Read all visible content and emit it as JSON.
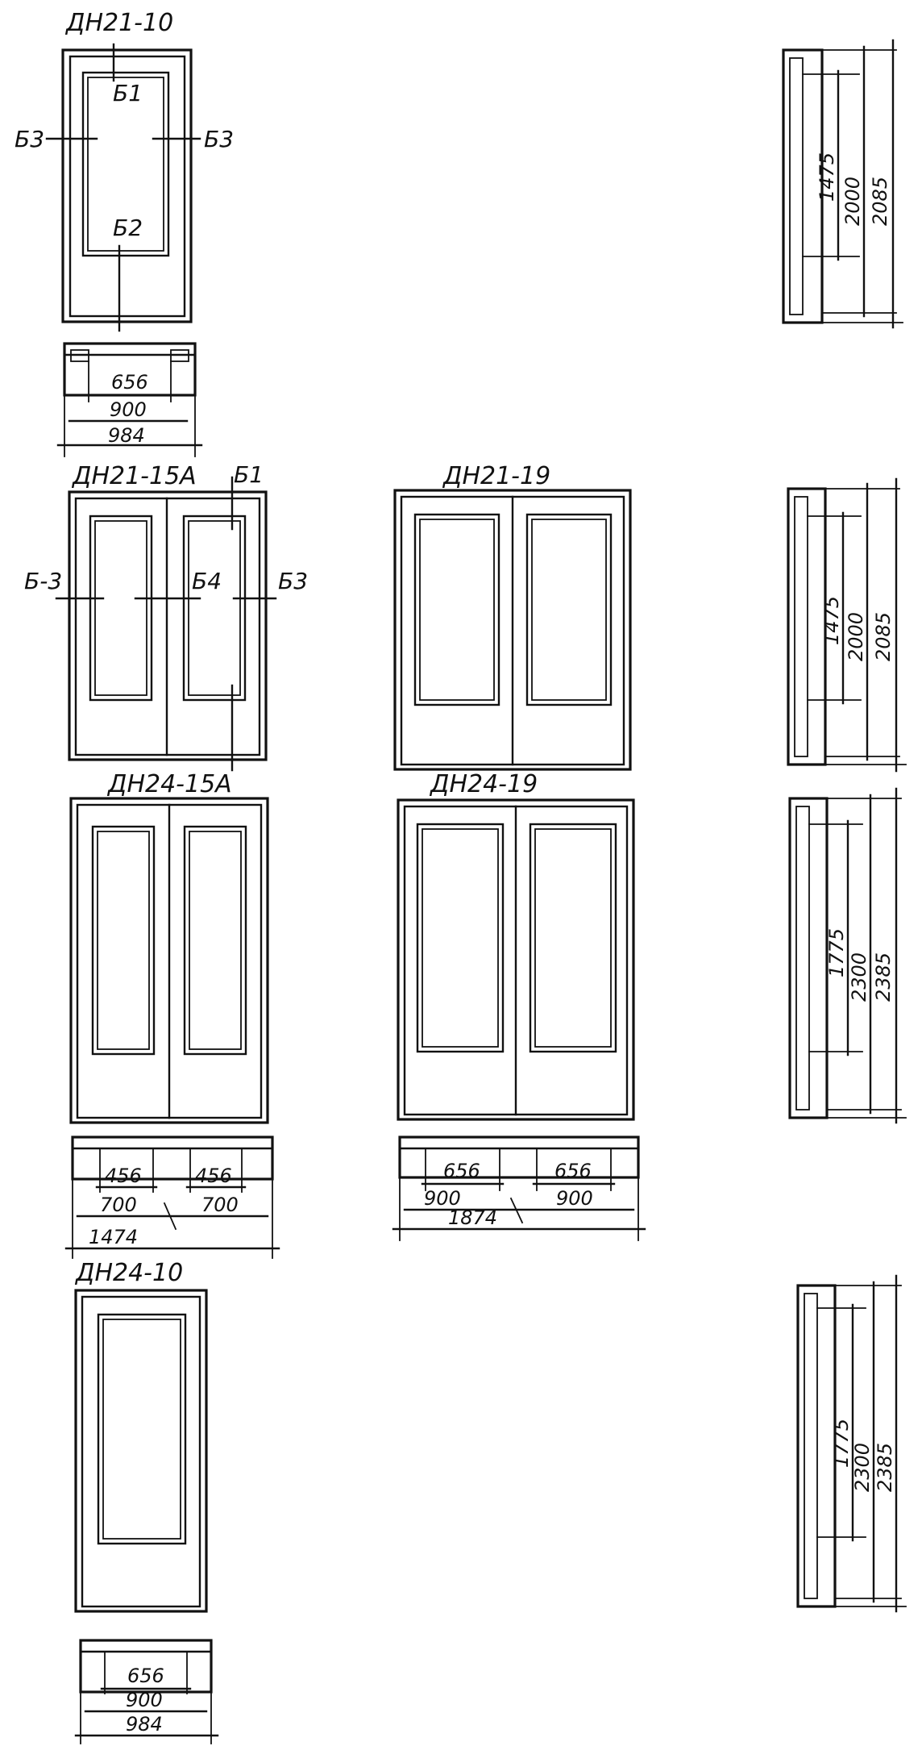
{
  "doors": {
    "dn21_10": {
      "title": "ДН21-10",
      "sections": {
        "top": "Б1",
        "bottom": "Б2",
        "left": "Б3",
        "right": "Б3"
      },
      "plan": {
        "glass_width": "656",
        "opening": "900",
        "overall": "984"
      }
    },
    "dn21_15a": {
      "title": "ДН21-15А",
      "sections": {
        "top": "Б1",
        "middle": "Б4",
        "left": "Б-3",
        "right": "Б3"
      }
    },
    "dn21_19": {
      "title": "ДН21-19"
    },
    "dn24_15a": {
      "title": "ДН24-15А",
      "plan": {
        "glass_left": "456",
        "glass_right": "456",
        "leaf_left": "700",
        "leaf_right": "700",
        "overall": "1474"
      }
    },
    "dn24_19": {
      "title": "ДН24-19",
      "plan": {
        "glass_left": "656",
        "glass_right": "656",
        "leaf_left": "900",
        "leaf_right": "900",
        "overall": "1874"
      }
    },
    "dn24_10": {
      "title": "ДН24-10",
      "plan": {
        "glass_width": "656",
        "opening": "900",
        "overall": "984"
      }
    }
  },
  "sections_side": [
    {
      "glass": "1475",
      "opening": "2000",
      "overall": "2085"
    },
    {
      "glass": "1475",
      "opening": "2000",
      "overall": "2085"
    },
    {
      "glass": "1775",
      "opening": "2300",
      "overall": "2385"
    },
    {
      "glass": "1775",
      "opening": "2300",
      "overall": "2385"
    }
  ]
}
